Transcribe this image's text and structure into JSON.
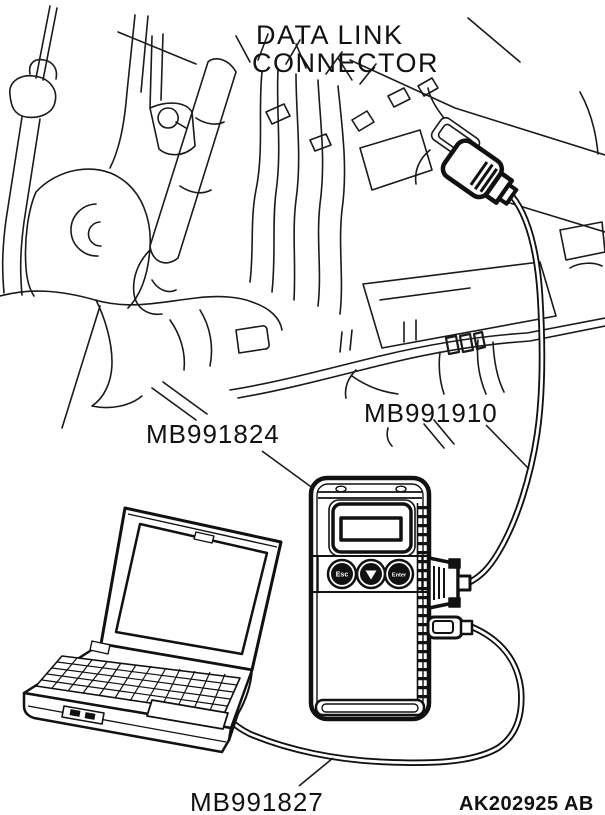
{
  "figure": {
    "title_line1": "DATA LINK",
    "title_line2": "CONNECTOR",
    "code": "AK202925 AB"
  },
  "labels": {
    "scan_tool": "MB991824",
    "dlc_cable": "MB991910",
    "pc_cable": "MB991827"
  },
  "scan_tool": {
    "buttons": {
      "esc": "Esc",
      "down": "▼",
      "enter": "Enter"
    }
  },
  "colors": {
    "line": "#1a1a1a",
    "background": "#ffffff"
  }
}
